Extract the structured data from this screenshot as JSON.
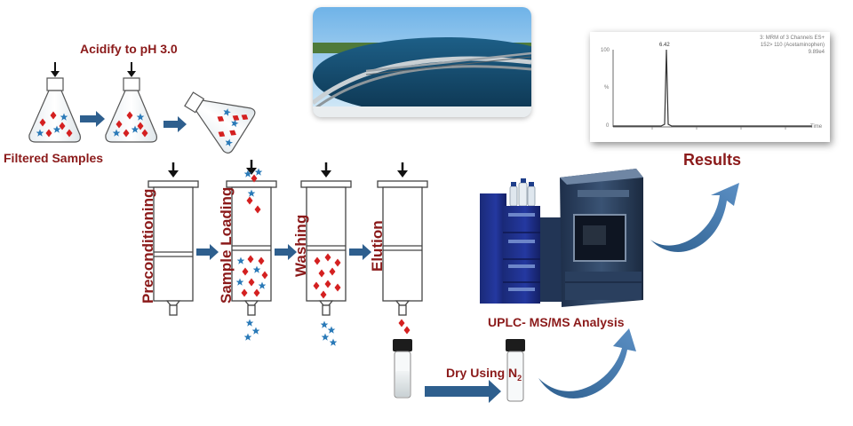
{
  "labels": {
    "acidify": "Acidify  to pH 3.0",
    "filtered": "Filtered Samples",
    "results": "Results",
    "uplc": "UPLC- MS/MS Analysis",
    "dry_prefix": "Dry Using N",
    "dry_sub": "2"
  },
  "steps": [
    "Preconditioning",
    "Sample Loading",
    "Washing",
    "Elution"
  ],
  "chromatogram": {
    "peak_time": "6.42",
    "y_top": "100",
    "y_unit": "%",
    "y_zero": "0",
    "x_label": "Time",
    "header_lines": [
      "3: MRM of 3 Channels ES+",
      "152> 110 (Acetaminophen)",
      "9.89e4"
    ]
  },
  "colors": {
    "label": "#8b1a1a",
    "arrow": "#2e5f8e",
    "diamond": "#d42020",
    "star": "#2a7ab8"
  }
}
